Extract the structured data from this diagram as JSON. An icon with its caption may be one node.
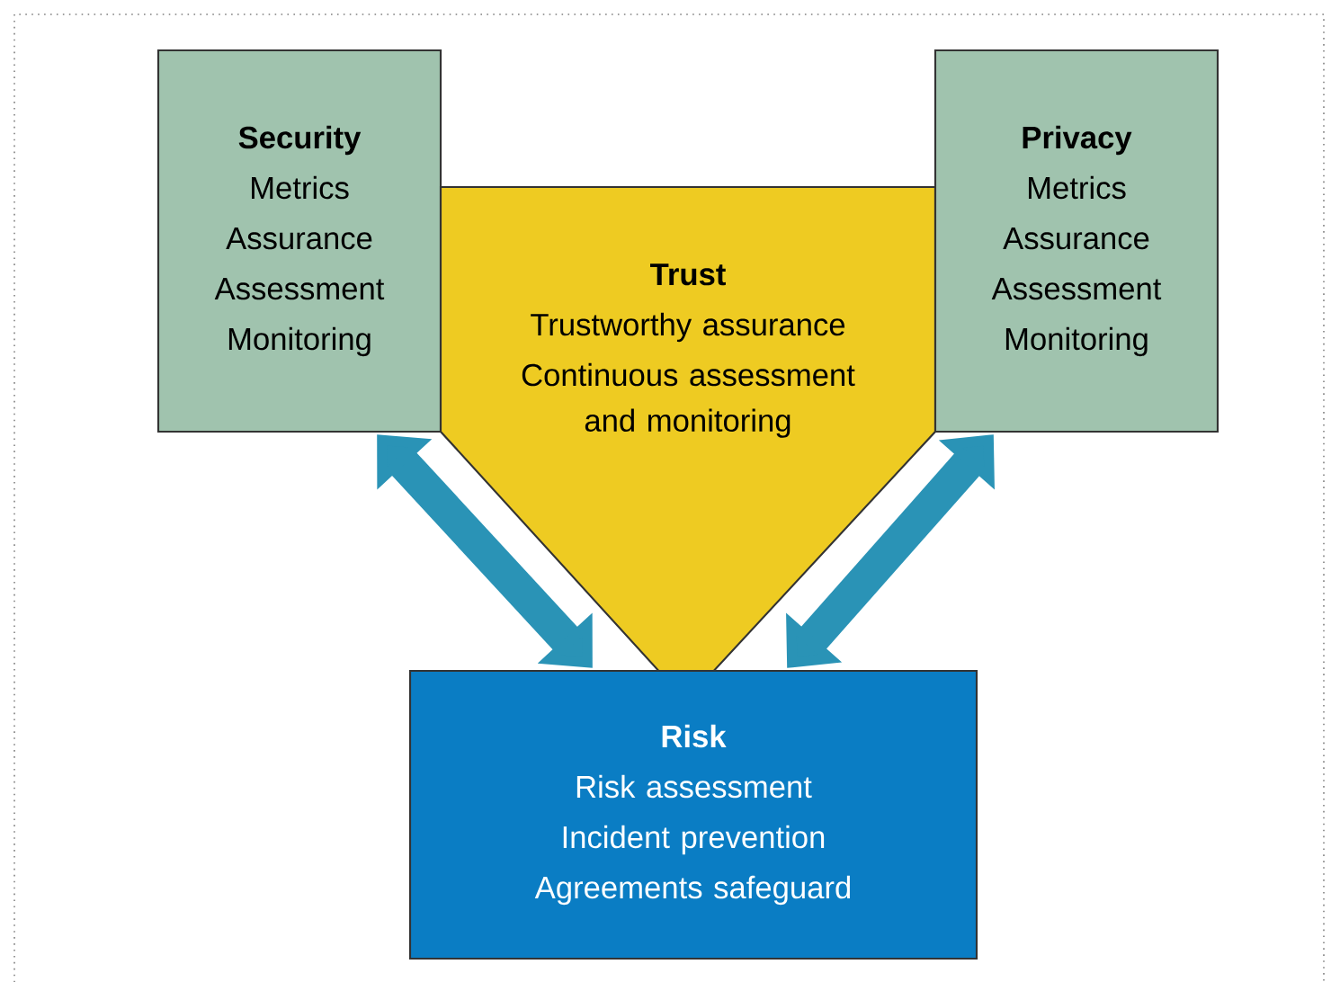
{
  "diagram": {
    "nodes": [
      {
        "text": [
          "Security",
          "Metrics",
          "Assurance",
          "Assessment",
          "Monitoring"
        ]
      },
      {
        "text": [
          "Trust",
          "Trustworthy assurance",
          "Continuous assessment and monitoring"
        ]
      },
      {
        "text": [
          "Privacy",
          "Metrics",
          "Assurance",
          "Assessment",
          "Monitoring"
        ]
      },
      {
        "text": [
          "Risk",
          "Risk assessment",
          "Incident prevention",
          "Agreements safeguard"
        ]
      }
    ],
    "edges": [
      {
        "from": 0,
        "to": 3,
        "arrow": "both"
      },
      {
        "from": 2,
        "to": 3,
        "arrow": "both"
      }
    ]
  }
}
